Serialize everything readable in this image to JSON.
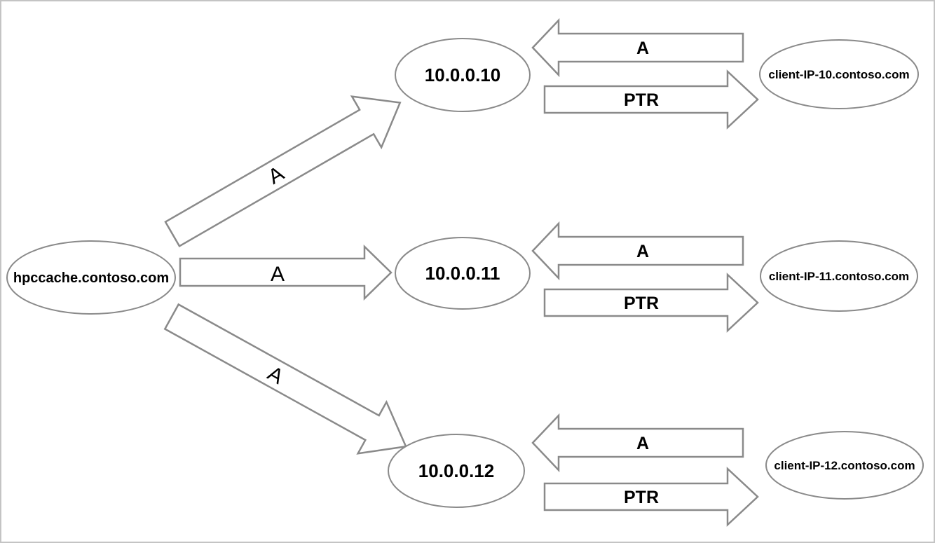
{
  "colors": {
    "shape_stroke": "#8a8a8a",
    "page_border": "#c4c4c4",
    "label_text": "#000000",
    "background": "#ffffff"
  },
  "diagram": {
    "source": {
      "label": "hpccache.contoso.com"
    },
    "forward_arrows": [
      {
        "label": "A",
        "target": "10.0.0.10"
      },
      {
        "label": "A",
        "target": "10.0.0.11"
      },
      {
        "label": "A",
        "target": "10.0.0.12"
      }
    ],
    "rows": [
      {
        "ip": "10.0.0.10",
        "client": "client-IP-10.contoso.com",
        "a_record_label": "A",
        "ptr_record_label": "PTR"
      },
      {
        "ip": "10.0.0.11",
        "client": "client-IP-11.contoso.com",
        "a_record_label": "A",
        "ptr_record_label": "PTR"
      },
      {
        "ip": "10.0.0.12",
        "client": "client-IP-12.contoso.com",
        "a_record_label": "A",
        "ptr_record_label": "PTR"
      }
    ]
  }
}
